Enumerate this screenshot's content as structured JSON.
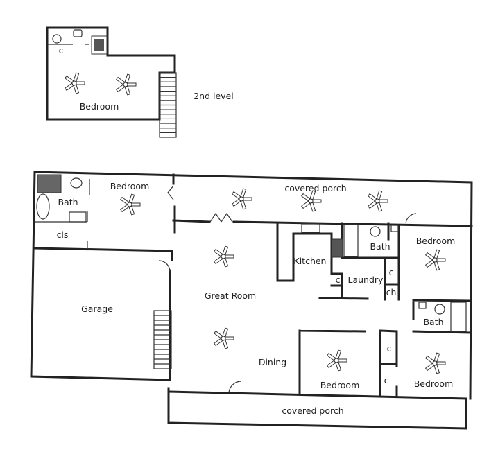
{
  "upper_level": {
    "title": "2nd level",
    "rooms": {
      "bedroom": "Bedroom",
      "closet": "c"
    }
  },
  "main_level": {
    "rooms": {
      "bath_nw": "Bath",
      "bedroom_nw": "Bedroom",
      "closet_nw": "cls",
      "porch_back": "covered porch",
      "garage": "Garage",
      "great_room": "Great Room",
      "kitchen": "Kitchen",
      "bath_center": "Bath",
      "bedroom_ne": "Bedroom",
      "closet_laundry_1": "c",
      "laundry": "Laundry",
      "closet_kitchen": "c",
      "closet_ch": "ch",
      "bath_east": "Bath",
      "dining": "Dining",
      "bedroom_s1": "Bedroom",
      "bedroom_s2": "Bedroom",
      "closet_s1": "c",
      "closet_s2": "c",
      "porch_front": "covered porch"
    }
  }
}
